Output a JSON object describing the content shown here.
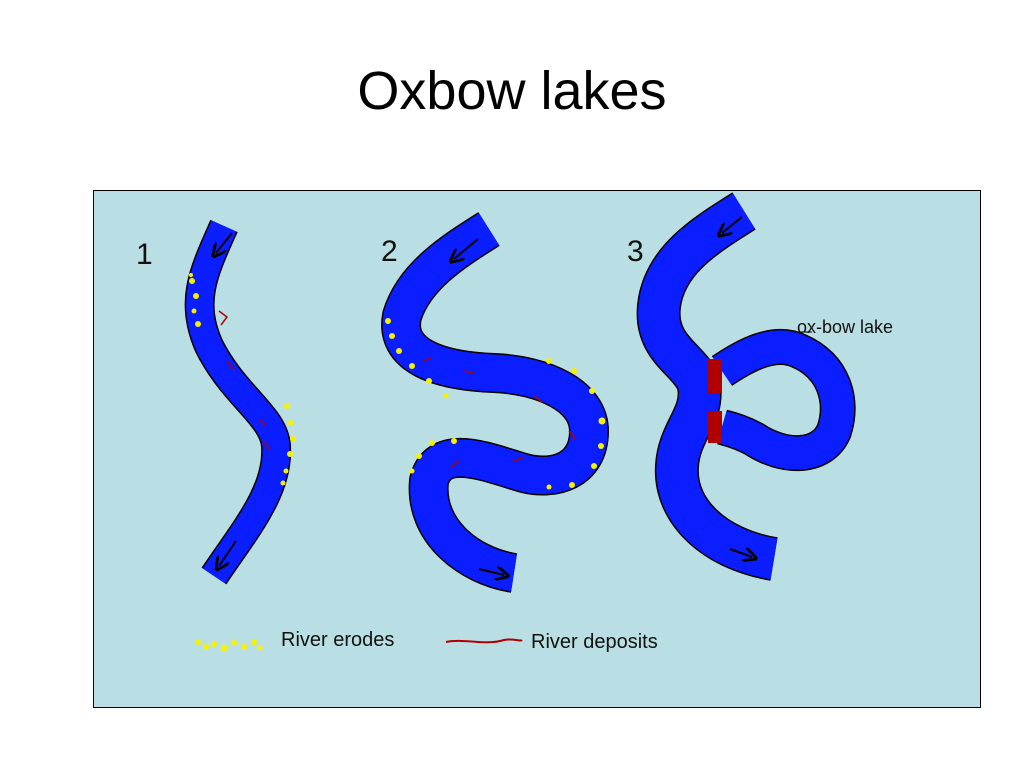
{
  "slide": {
    "title": "Oxbow lakes"
  },
  "diagram": {
    "stages": [
      "1",
      "2",
      "3"
    ],
    "lake_label": "ox-bow lake",
    "legend": {
      "erode_label": "River erodes",
      "deposit_label": "River deposits"
    },
    "colors": {
      "background": "#b9dfe4",
      "river": "#0a1eff",
      "erosion": "#f5f200",
      "deposit": "#b00000"
    }
  }
}
